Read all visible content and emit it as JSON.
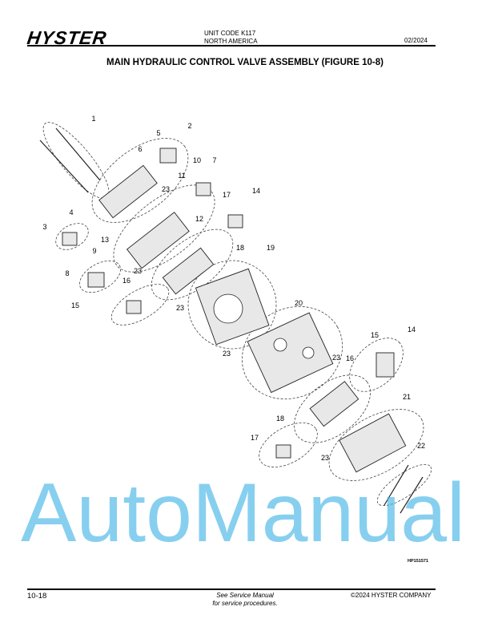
{
  "header": {
    "logo": "HYSTER",
    "unit_code": "UNIT CODE K117",
    "region": "NORTH AMERICA",
    "date": "02/2024"
  },
  "title": "MAIN HYDRAULIC CONTROL VALVE ASSEMBLY (FIGURE 10-8)",
  "callouts": [
    "1",
    "2",
    "5",
    "6",
    "10",
    "7",
    "11",
    "23",
    "17",
    "14",
    "4",
    "3",
    "12",
    "13",
    "18",
    "19",
    "9",
    "23",
    "8",
    "16",
    "15",
    "23",
    "20",
    "15",
    "14",
    "23",
    "23",
    "16",
    "21",
    "18",
    "17",
    "23",
    "22"
  ],
  "watermark": "AutoManual",
  "figure_id": "HP151571",
  "footer": {
    "page": "10-18",
    "note_line1": "See Service Manual",
    "note_line2": "for service procedures.",
    "copyright": "©2024 HYSTER COMPANY"
  }
}
